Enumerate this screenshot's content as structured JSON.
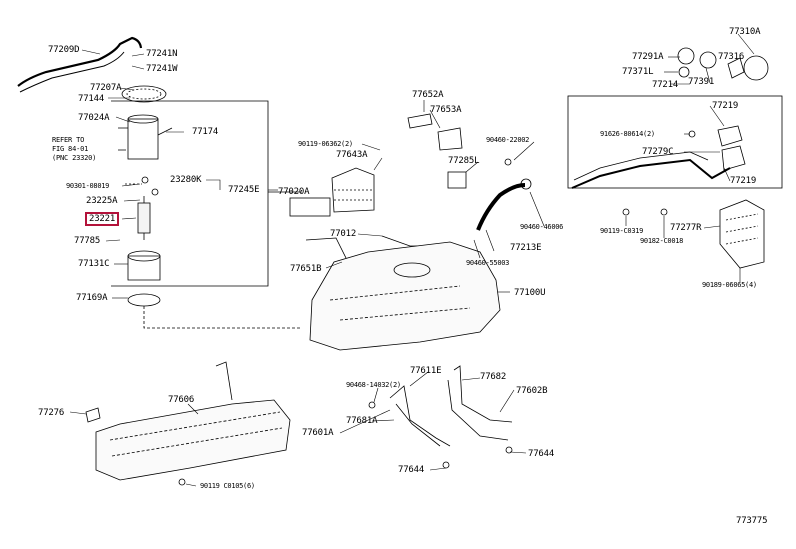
{
  "highlight_color": "#b3123a",
  "diagram_code": "773775",
  "note": "REFER TO\nFIG 84-01\n(PNC 23320)",
  "parts": {
    "p77209D": "77209D",
    "p77241N": "77241N",
    "p77241W": "77241W",
    "p77207A": "77207A",
    "p77144": "77144",
    "p77024A": "77024A",
    "p77174": "77174",
    "p90301": "90301-08019",
    "p23280K": "23280K",
    "p77245E": "77245E",
    "p77020A": "77020A",
    "p23225A": "23225A",
    "p23221": "23221",
    "p77785": "77785",
    "p77131C": "77131C",
    "p77169A": "77169A",
    "p90119_06362": "90119-06362(2)",
    "p77643A": "77643A",
    "p77652A": "77652A",
    "p77653A": "77653A",
    "p90460_22002": "90460-22002",
    "p77285L": "77285L",
    "p90460_46006": "90460-46006",
    "p77012": "77012",
    "p77213E": "77213E",
    "p90460_55003": "90460-55003",
    "p77651B": "77651B",
    "p77100U": "77100U",
    "p77310A": "77310A",
    "p77291A": "77291A",
    "p77316": "77316",
    "p77371L": "77371L",
    "p77391": "77391",
    "p77214": "77214",
    "p77219_top": "77219",
    "p91626": "91626-80614(2)",
    "p77279C": "77279C",
    "p77219_bot": "77219",
    "p90119_C0319": "90119-C0319",
    "p90182": "90182-C0018",
    "p77277R": "77277R",
    "p90189": "90189-06065(4)",
    "p77276": "77276",
    "p77606": "77606",
    "p90119_C0105": "90119 C0105(6)",
    "p90468": "90468-14032(2)",
    "p77611E": "77611E",
    "p77682": "77682",
    "p77602B": "77602B",
    "p77681A": "77681A",
    "p77601A": "77601A",
    "p77644_a": "77644",
    "p77644_b": "77644"
  }
}
